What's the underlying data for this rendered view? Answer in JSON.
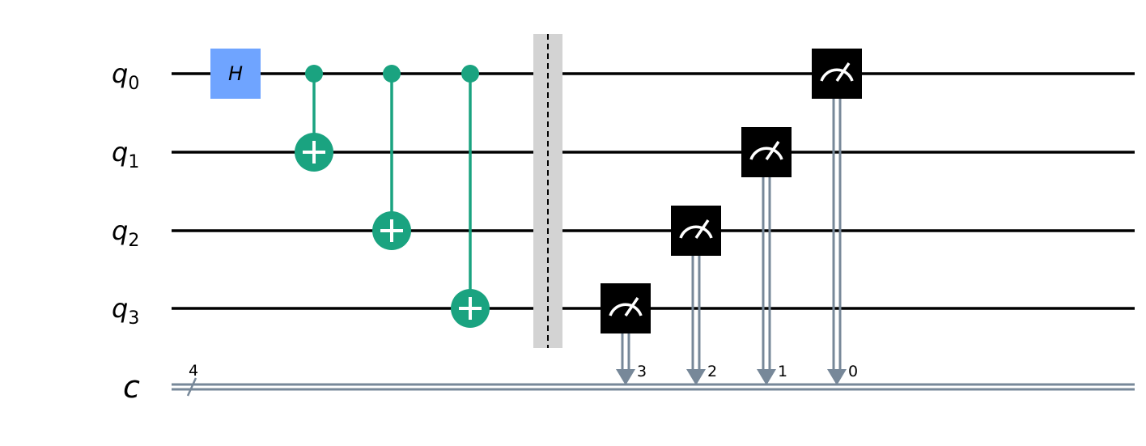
{
  "colors": {
    "wire": "#000000",
    "classical_wire": "#778899",
    "h_gate": "#6fa4ff",
    "cx_gate": "#1aa380",
    "measure_box": "#000000",
    "barrier_fill": "#d3d3d3",
    "barrier_line": "#000000"
  },
  "qubits": [
    {
      "name": "q",
      "index": "0"
    },
    {
      "name": "q",
      "index": "1"
    },
    {
      "name": "q",
      "index": "2"
    },
    {
      "name": "q",
      "index": "3"
    }
  ],
  "classical_register": {
    "name": "c",
    "size": "4"
  },
  "gates": [
    {
      "type": "h",
      "label": "H",
      "qubit": 0,
      "column": 0
    },
    {
      "type": "cx",
      "control": 0,
      "target": 1,
      "column": 1
    },
    {
      "type": "cx",
      "control": 0,
      "target": 2,
      "column": 2
    },
    {
      "type": "cx",
      "control": 0,
      "target": 3,
      "column": 3
    },
    {
      "type": "barrier",
      "qubits": [
        0,
        1,
        2,
        3
      ],
      "column": 4
    },
    {
      "type": "measure",
      "qubit": 3,
      "clbit": "3",
      "column": 5
    },
    {
      "type": "measure",
      "qubit": 2,
      "clbit": "2",
      "column": 6
    },
    {
      "type": "measure",
      "qubit": 1,
      "clbit": "1",
      "column": 7
    },
    {
      "type": "measure",
      "qubit": 0,
      "clbit": "0",
      "column": 8
    }
  ]
}
